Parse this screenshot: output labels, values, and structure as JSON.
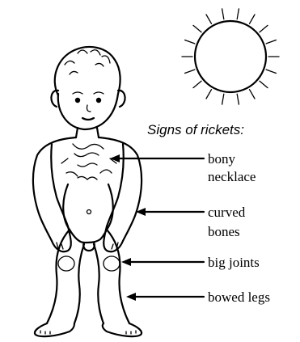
{
  "heading": "Signs of rickets:",
  "signs": [
    {
      "id": "bony-necklace",
      "lines": [
        "bony",
        "necklace"
      ]
    },
    {
      "id": "curved-bones",
      "lines": [
        "curved",
        "bones"
      ]
    },
    {
      "id": "big-joints",
      "lines": [
        "big joints"
      ]
    },
    {
      "id": "bowed-legs",
      "lines": [
        "bowed legs"
      ]
    }
  ],
  "colors": {
    "ink": "#000000",
    "background": "#ffffff"
  }
}
